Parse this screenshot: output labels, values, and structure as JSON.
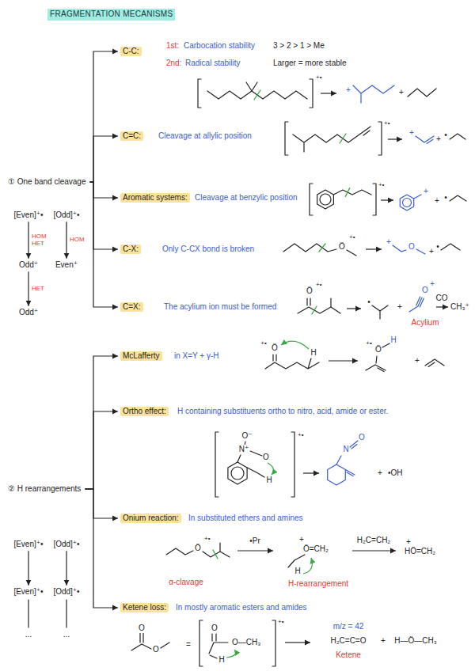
{
  "diagram": {
    "title": "FRAGMENTATION MECANISMS",
    "nodes": [
      {
        "text": [
          "① One band cleavage"
        ]
      },
      {
        "text": [
          "C-C:"
        ]
      },
      {
        "text": [
          "C=C:"
        ]
      },
      {
        "text": [
          "Aromatic systems:"
        ]
      },
      {
        "text": [
          "C-X:"
        ]
      },
      {
        "text": [
          "C=X:"
        ]
      },
      {
        "text": [
          "[Even]⁺•"
        ]
      },
      {
        "text": [
          "[Odd]⁺•"
        ]
      },
      {
        "text": [
          "Odd⁺"
        ]
      },
      {
        "text": [
          "Even⁺"
        ]
      },
      {
        "text": [
          "Odd⁺"
        ]
      },
      {
        "text": [
          "② H rearrangements"
        ]
      },
      {
        "text": [
          "McLafferty"
        ]
      },
      {
        "text": [
          "Ortho effect:"
        ]
      },
      {
        "text": [
          "Onium reaction:"
        ]
      },
      {
        "text": [
          "Ketene loss:"
        ]
      },
      {
        "text": [
          "[Even]⁺•"
        ]
      },
      {
        "text": [
          "[Odd]⁺•"
        ]
      },
      {
        "text": [
          "[Even]⁺•"
        ]
      },
      {
        "text": [
          "[Odd]⁺•"
        ]
      }
    ],
    "edges": [
      {
        "from": 0,
        "to": 1,
        "arrow": "to"
      },
      {
        "from": 0,
        "to": 2,
        "arrow": "to"
      },
      {
        "from": 0,
        "to": 3,
        "arrow": "to"
      },
      {
        "from": 0,
        "to": 4,
        "arrow": "to"
      },
      {
        "from": 0,
        "to": 5,
        "arrow": "to"
      },
      {
        "from": 6,
        "to": 8,
        "label": "HOM HET",
        "arrow": "to"
      },
      {
        "from": 7,
        "to": 9,
        "label": "HOM",
        "arrow": "to"
      },
      {
        "from": 8,
        "to": 10,
        "label": "HET",
        "arrow": "to"
      },
      {
        "from": 11,
        "to": 12,
        "arrow": "to"
      },
      {
        "from": 11,
        "to": 13,
        "arrow": "to"
      },
      {
        "from": 11,
        "to": 14,
        "arrow": "to"
      },
      {
        "from": 11,
        "to": 15,
        "arrow": "to"
      },
      {
        "from": 16,
        "to": 18,
        "arrow": "to"
      },
      {
        "from": 17,
        "to": 19,
        "arrow": "to"
      }
    ],
    "labels": [
      "1st:",
      "Carbocation stability",
      "3 > 2 > 1 > Me",
      "2nd:",
      "Radical stability",
      "Larger = more stable",
      "+•",
      "+",
      "+",
      "Cleavage at allylic position",
      "+•",
      "+",
      "+",
      "•",
      "Cleavage at benzylic position",
      "+•",
      "+",
      "+",
      "•",
      "Only C-CX bond is broken",
      "Ö",
      "+•",
      "+",
      "O",
      "+",
      "•",
      "The acylium ion must be formed",
      "Ö",
      "+•",
      "•",
      "+",
      "O",
      "+",
      "Acylium",
      "CO",
      "CH₃⁺",
      "in X=Y + γ-H",
      "Ö",
      "+•",
      "H",
      "Ö",
      "H",
      "+•",
      "+",
      "H containing substituents ortho to nitro, acid, amide or ester.",
      "O⁻",
      "N⁺",
      "O",
      "H",
      "+•",
      "N",
      "O",
      "+",
      "•OH",
      "In substituted ethers and amines",
      "Ö",
      "+•",
      "α-clavage",
      "•Pr",
      "+",
      "Ö=CH₂",
      "H",
      "H-rearrangement",
      "H₂C=CH₂",
      "+",
      "HÖ=CH₂",
      "In mostly aromatic esters and amides",
      "O",
      "O",
      "=",
      "O",
      "O—CH₃",
      "H",
      "+•",
      "m/z = 42",
      "H₂C=C=O",
      "Ketene",
      "+",
      "H—Ö—CH₃",
      "...",
      "..."
    ]
  }
}
